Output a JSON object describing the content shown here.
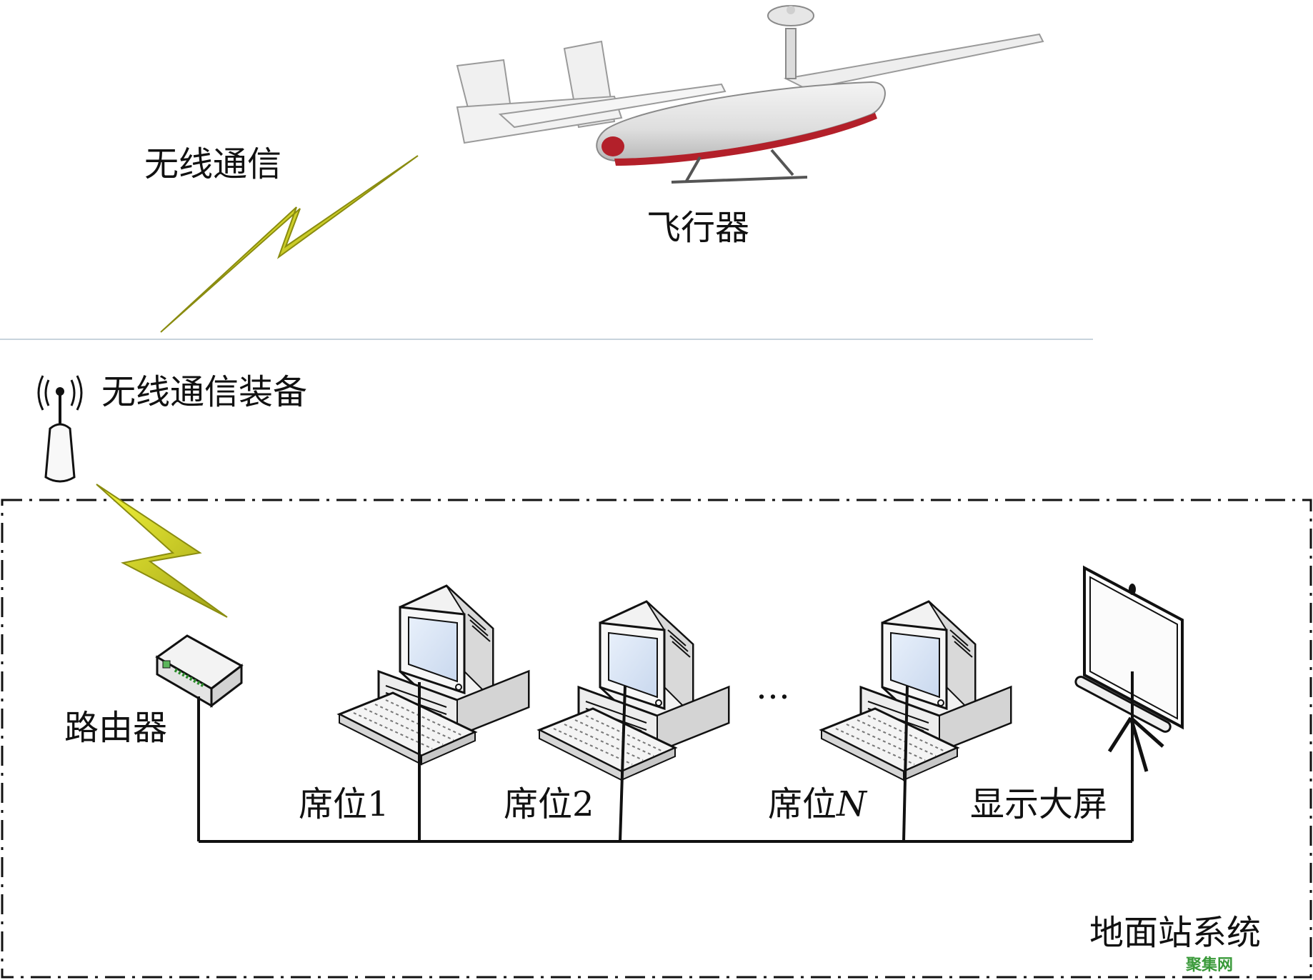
{
  "labels": {
    "wireless_comm": "无线通信",
    "aircraft": "飞行器",
    "wireless_equipment": "无线通信装备",
    "router": "路由器",
    "seat_1_prefix": "席位",
    "seat_1_num": "1",
    "seat_2_prefix": "席位",
    "seat_2_num": "2",
    "seat_n_prefix": "席位",
    "seat_n_num": "N",
    "ellipsis": "…",
    "display": "显示大屏",
    "ground_station": "地面站系统"
  },
  "watermark": "聚集网",
  "colors": {
    "lightning": "#e8ea1e",
    "lightning_edge": "#8a8c10",
    "divider": "#c8d4dc",
    "line": "#111111",
    "aircraft_stripe": "#b3202a"
  },
  "icons": {
    "aircraft": "uav-icon",
    "antenna": "antenna-icon",
    "router": "router-icon",
    "computer": "computer-icon",
    "screen": "projection-screen-icon"
  }
}
